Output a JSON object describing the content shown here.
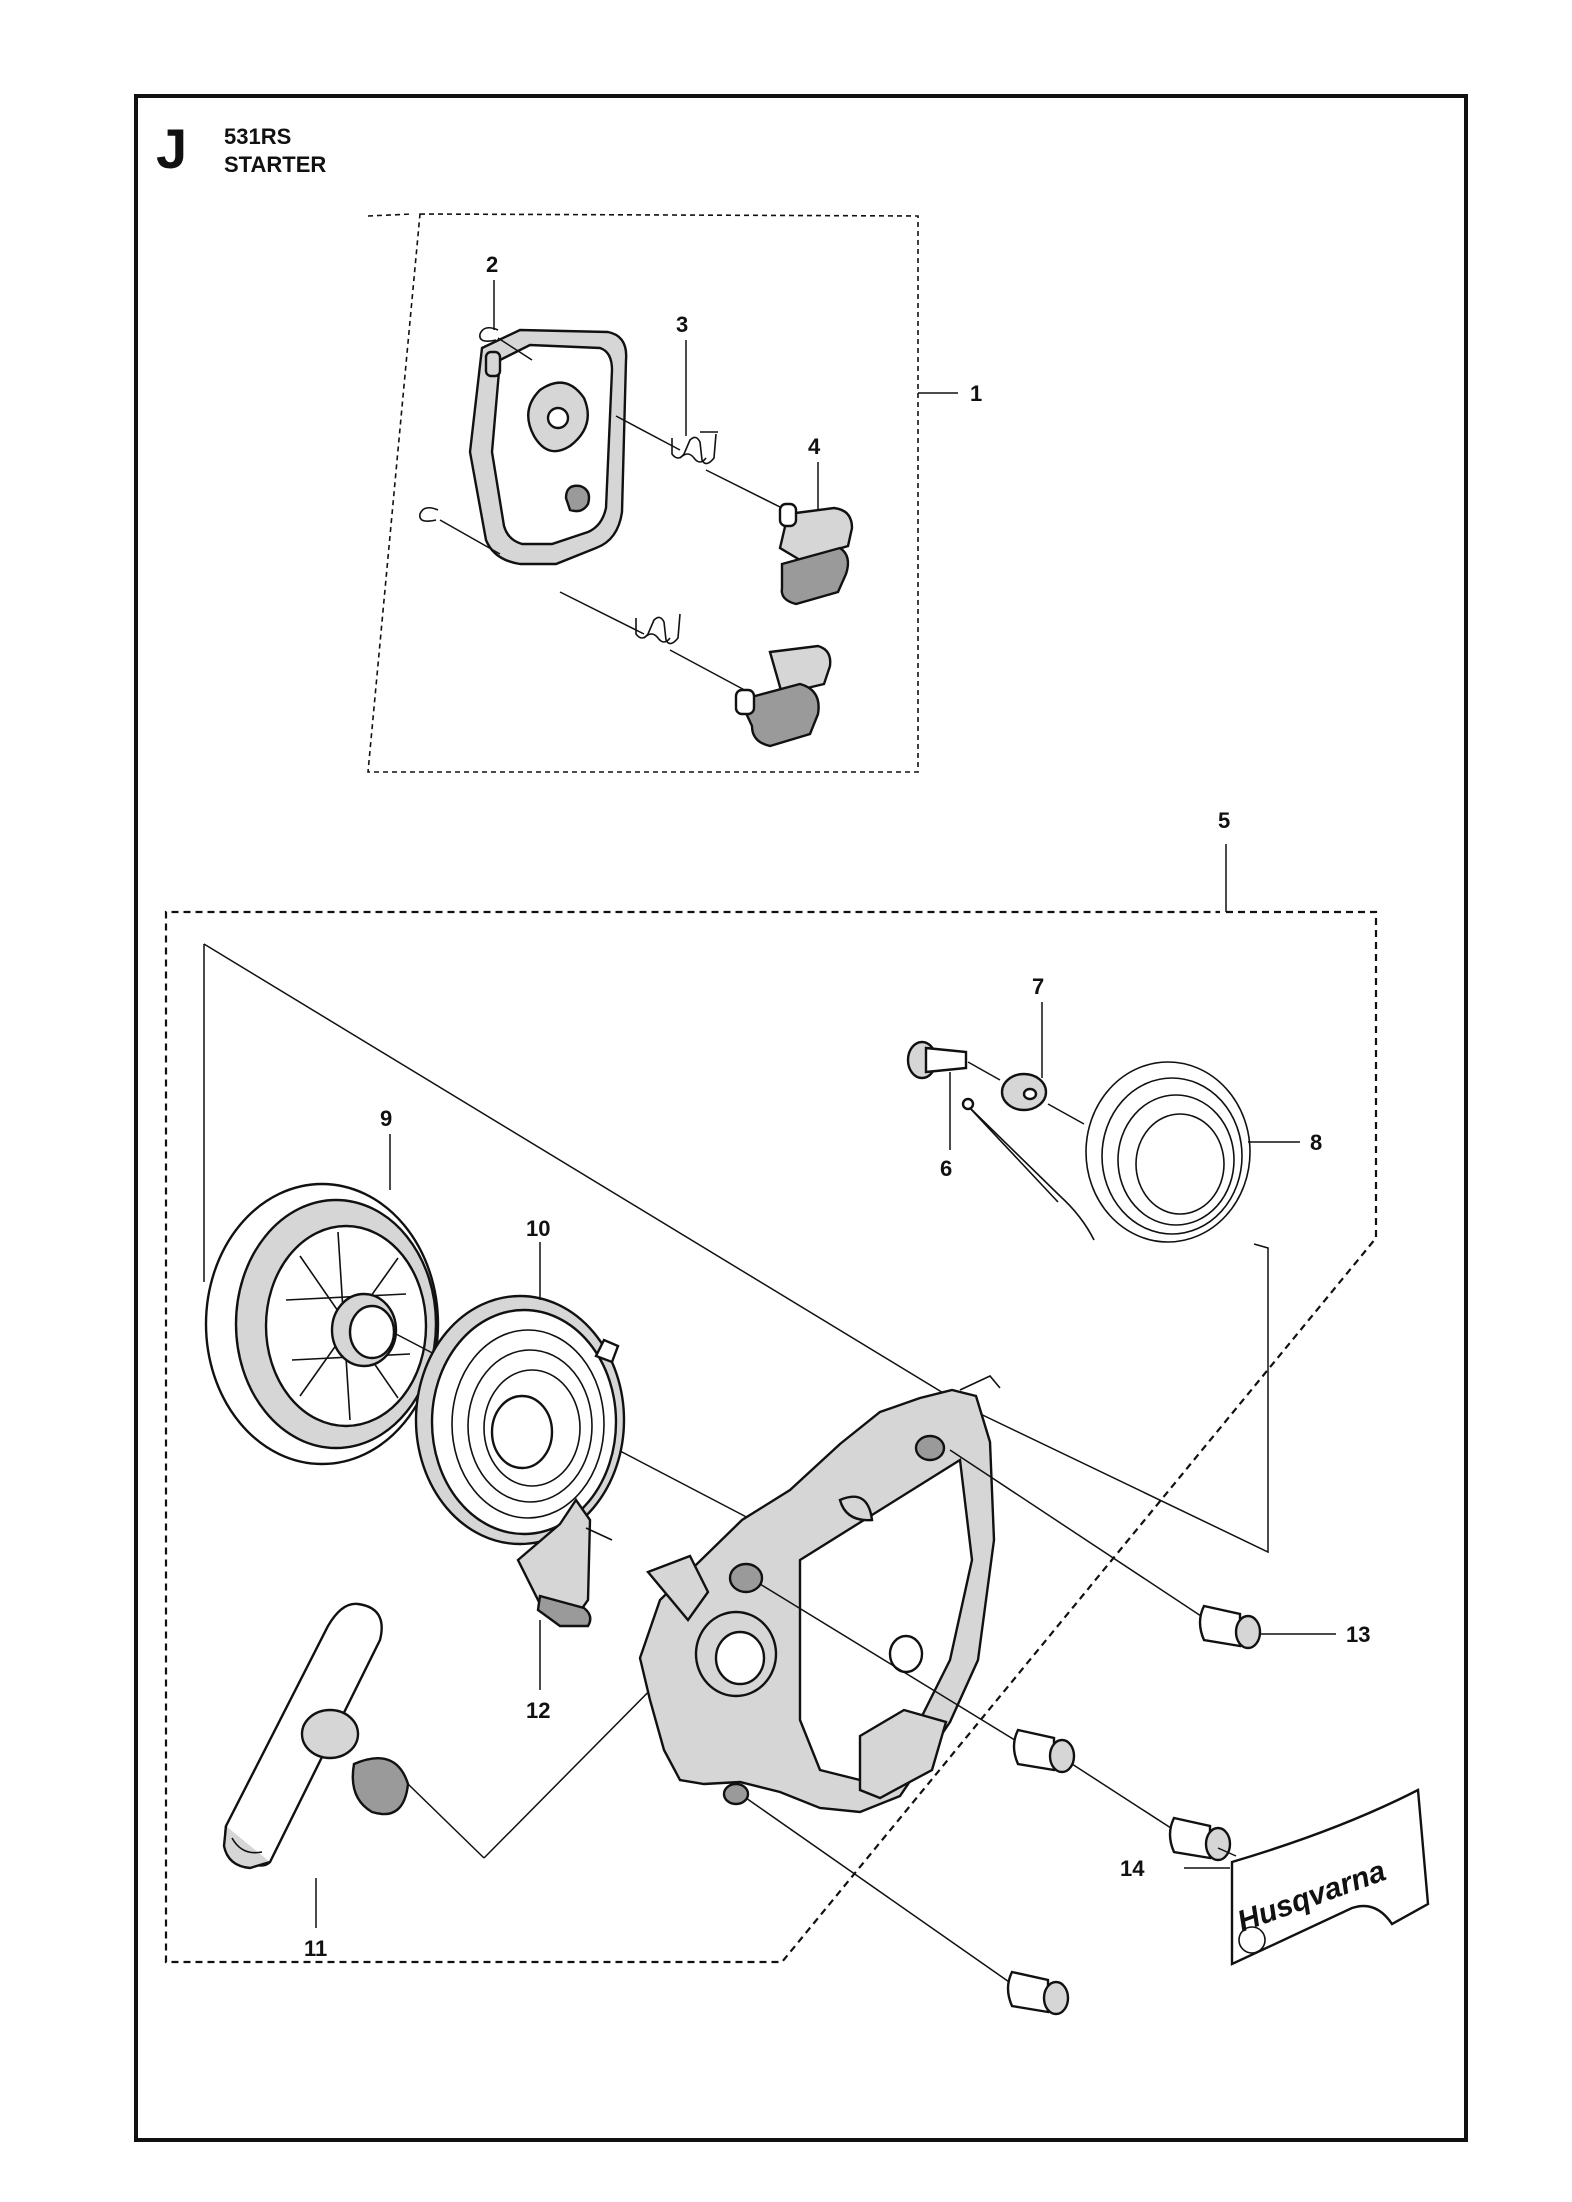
{
  "header": {
    "section_letter": "J",
    "model": "531RS",
    "title": "STARTER"
  },
  "callouts": {
    "c1": "1",
    "c2": "2",
    "c3": "3",
    "c4": "4",
    "c5": "5",
    "c6": "6",
    "c7": "7",
    "c8": "8",
    "c9": "9",
    "c10": "10",
    "c11": "11",
    "c12": "12",
    "c13": "13",
    "c14": "14"
  },
  "decal": {
    "brand_text": "Husqvarna"
  }
}
